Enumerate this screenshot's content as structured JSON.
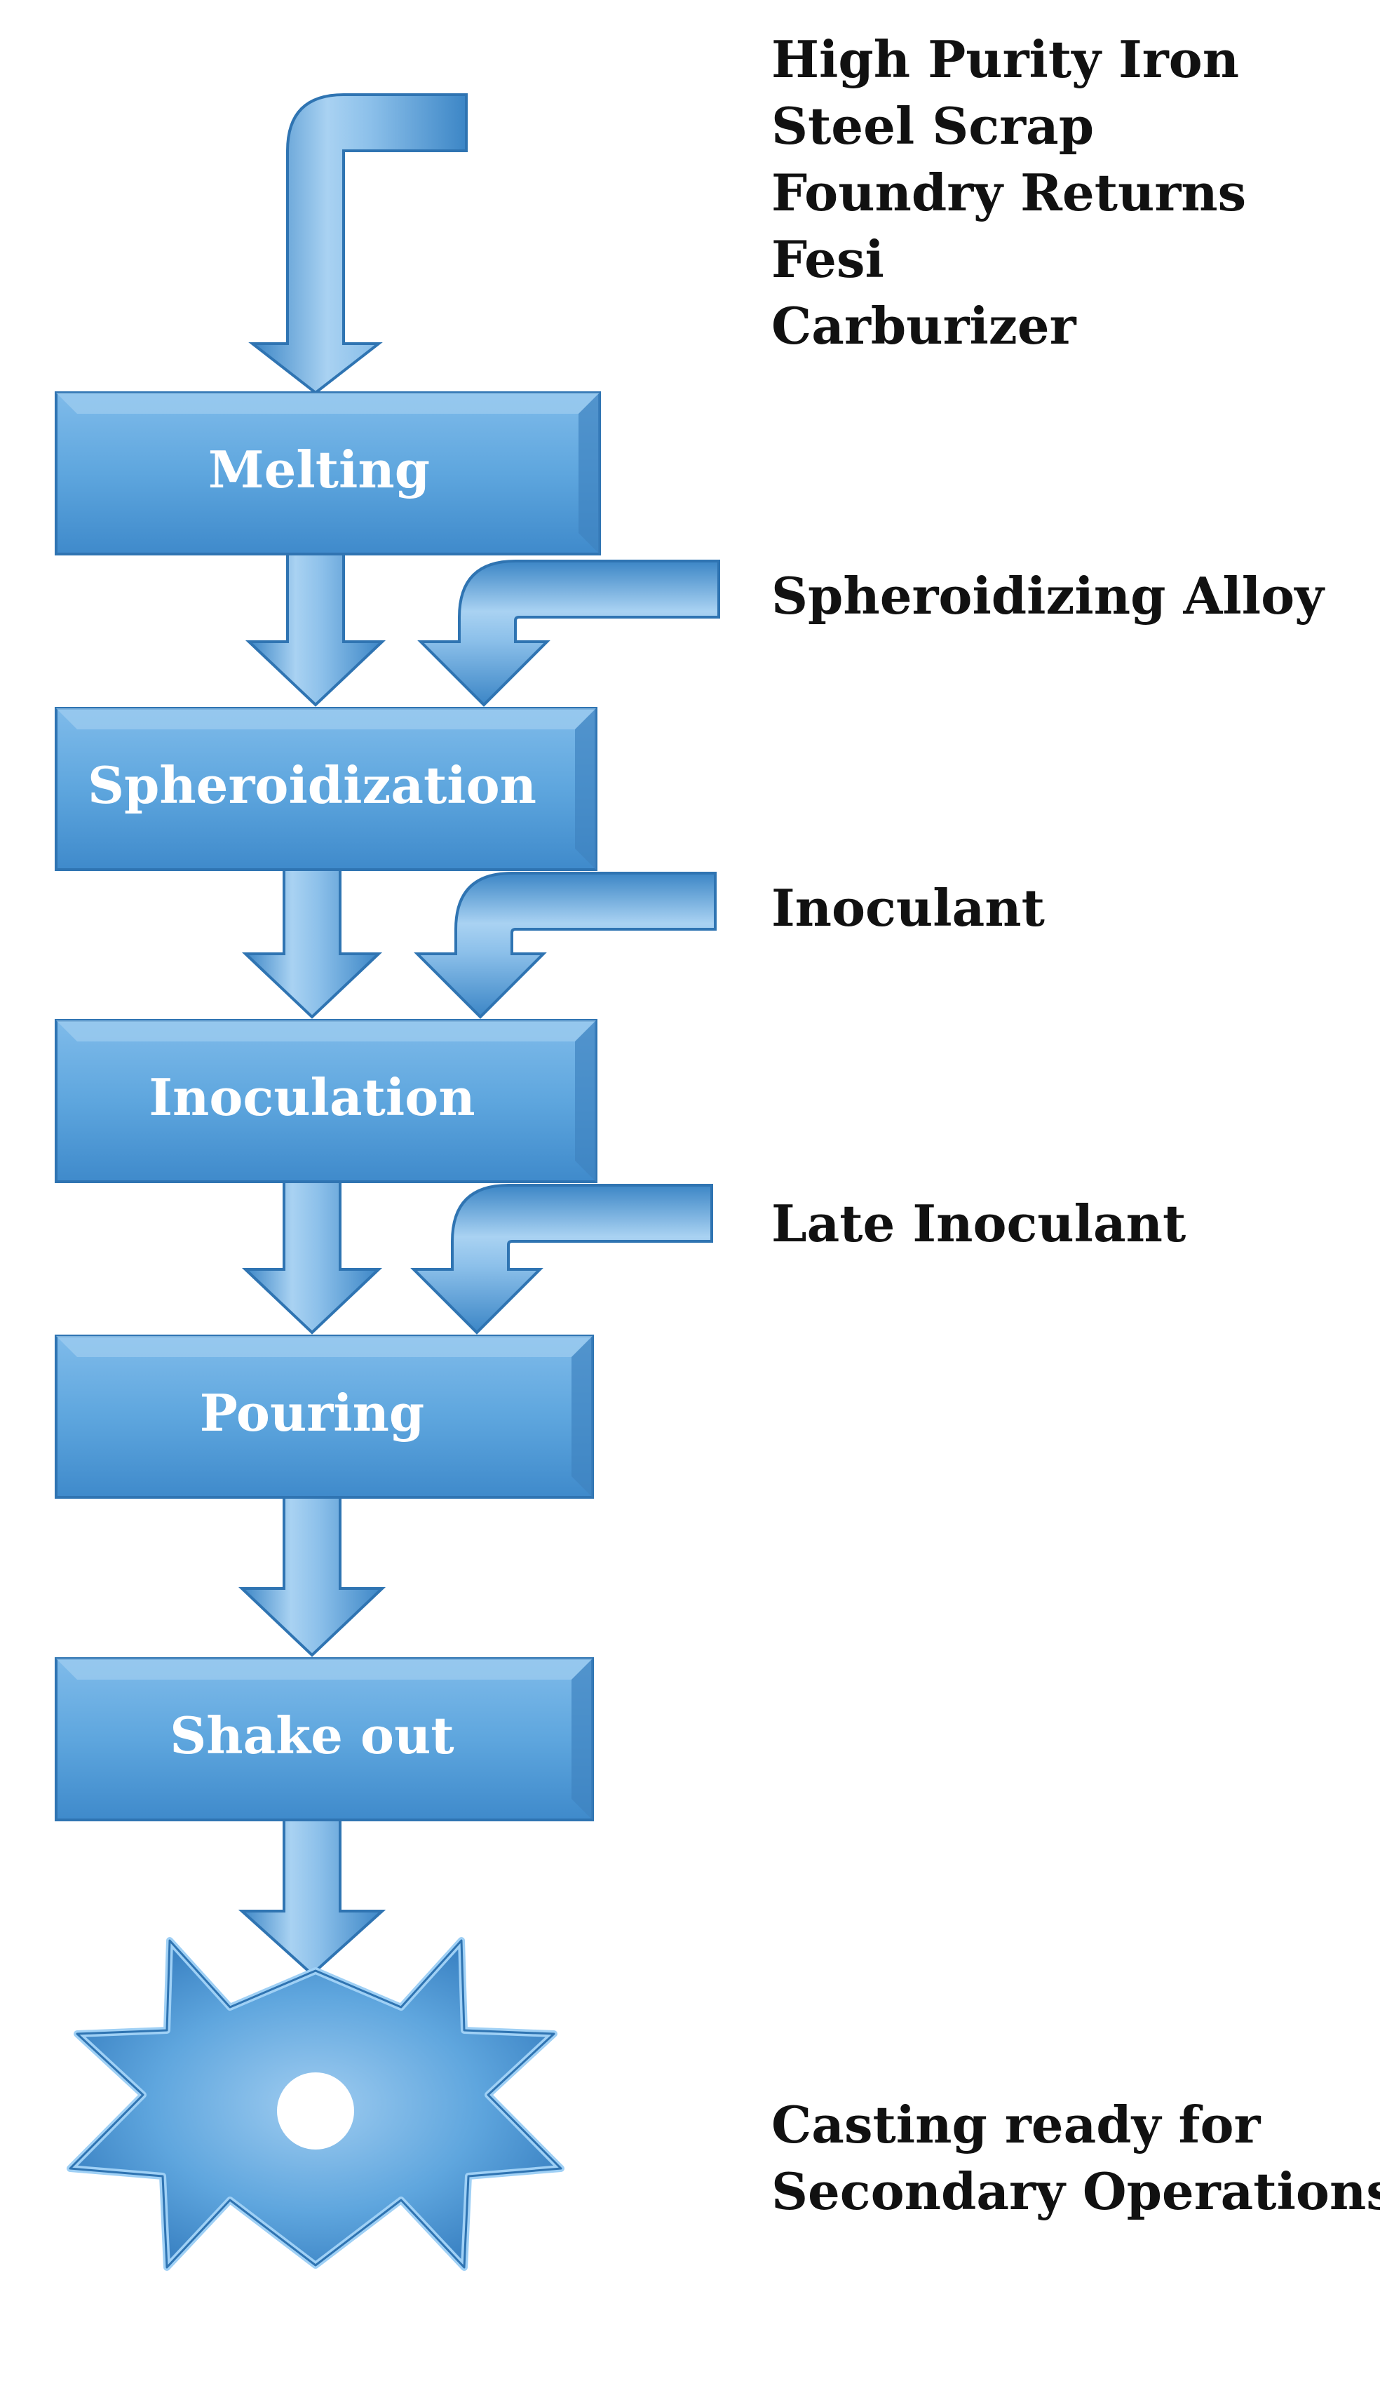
{
  "colors": {
    "shape_light": "#a9d2f2",
    "shape_mid": "#6aaee2",
    "shape_dark": "#3c86c6",
    "shape_edge": "#2f74b2",
    "label_text": "#111111",
    "step_text": "#ffffff"
  },
  "steps": [
    {
      "label": "Melting"
    },
    {
      "label": "Spheroidization"
    },
    {
      "label": "Inoculation"
    },
    {
      "label": "Pouring"
    },
    {
      "label": "Shake out"
    }
  ],
  "inputs": {
    "raw_materials": [
      "High Purity Iron",
      "Steel Scrap",
      "Foundry Returns",
      "Fesi",
      "Carburizer"
    ],
    "spheroidizing": "Spheroidizing Alloy",
    "inoculant": "Inoculant",
    "late_inoculant": "Late Inoculant"
  },
  "final": {
    "shape_icon": "eight-point-star-icon",
    "line1": "Casting ready for",
    "line2": "Secondary Operations"
  }
}
